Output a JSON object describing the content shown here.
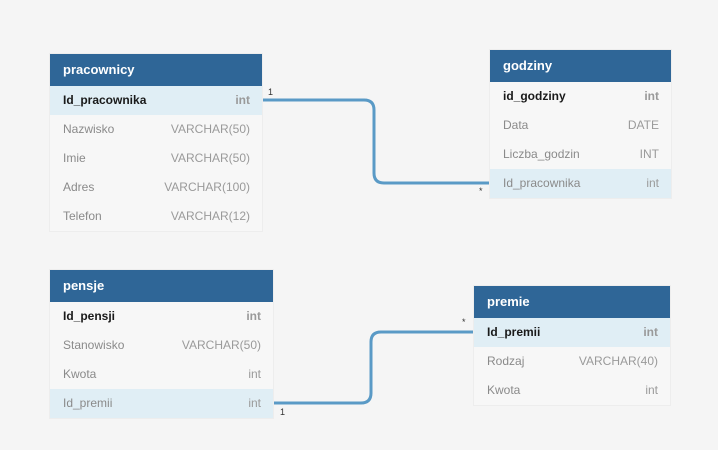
{
  "colors": {
    "header": "#2f6697",
    "connector": "#5a9ac6",
    "highlight_row": "#e0eef5",
    "background": "#f5f5f5"
  },
  "tables": {
    "pracownicy": {
      "title": "pracownicy",
      "rows": [
        {
          "name": "Id_pracownika",
          "type": "int"
        },
        {
          "name": "Nazwisko",
          "type": "VARCHAR(50)"
        },
        {
          "name": "Imie",
          "type": "VARCHAR(50)"
        },
        {
          "name": "Adres",
          "type": "VARCHAR(100)"
        },
        {
          "name": "Telefon",
          "type": "VARCHAR(12)"
        }
      ]
    },
    "godziny": {
      "title": "godziny",
      "rows": [
        {
          "name": "id_godziny",
          "type": "int"
        },
        {
          "name": "Data",
          "type": "DATE"
        },
        {
          "name": "Liczba_godzin",
          "type": "INT"
        },
        {
          "name": "Id_pracownika",
          "type": "int"
        }
      ]
    },
    "pensje": {
      "title": "pensje",
      "rows": [
        {
          "name": "Id_pensji",
          "type": "int"
        },
        {
          "name": "Stanowisko",
          "type": "VARCHAR(50)"
        },
        {
          "name": "Kwota",
          "type": "int"
        },
        {
          "name": "Id_premii",
          "type": "int"
        }
      ]
    },
    "premie": {
      "title": "premie",
      "rows": [
        {
          "name": "Id_premii",
          "type": "int"
        },
        {
          "name": "Rodzaj",
          "type": "VARCHAR(40)"
        },
        {
          "name": "Kwota",
          "type": "int"
        }
      ]
    }
  },
  "relations": [
    {
      "from_label": "1",
      "to_label": "*"
    },
    {
      "from_label": "1",
      "to_label": "*"
    }
  ]
}
